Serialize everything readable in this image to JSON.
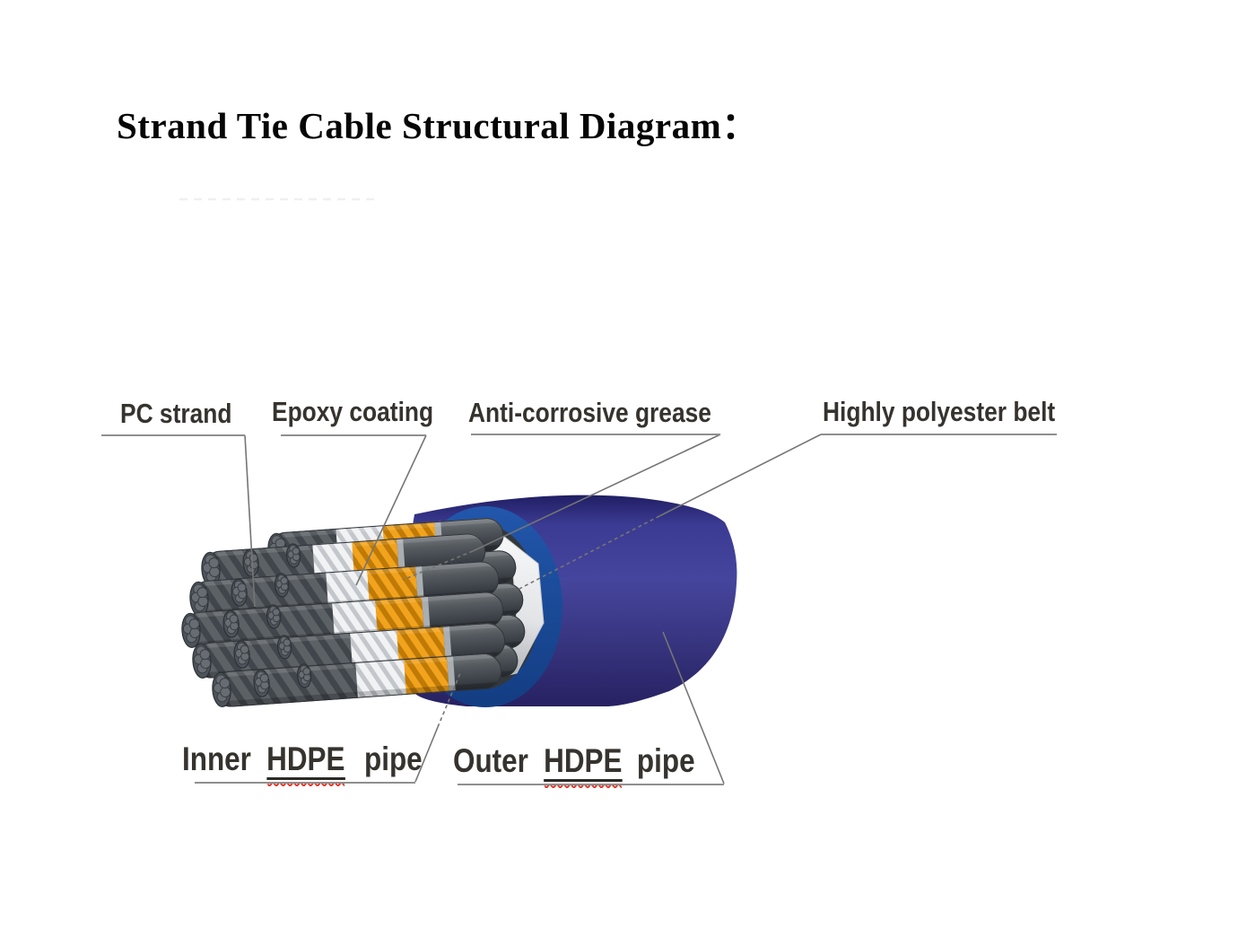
{
  "title": {
    "text": "Strand Tie Cable Structural Diagram："
  },
  "callouts": {
    "pc_strand": "PC strand",
    "epoxy_coating": "Epoxy coating",
    "anti_corrosive_grease": "Anti-corrosive grease",
    "highly_polyester_belt": "Highly polyester belt",
    "inner_hdpe_pipe": {
      "pre": "Inner",
      "word": "HDPE",
      "post": "pipe"
    },
    "outer_hdpe_pipe": {
      "pre": "Outer",
      "word": "HDPE",
      "post": "pipe"
    }
  },
  "diagram": {
    "type": "cable-structure-illustration",
    "parts": [
      "PC strand",
      "Epoxy coating",
      "Anti-corrosive grease",
      "Highly polyester belt",
      "Inner HDPE pipe",
      "Outer HDPE pipe"
    ],
    "colors": {
      "outer_pipe_blue": "#3d3d93",
      "cut_face_blue": "#1d4f9e",
      "belt_white": "#eef0f2",
      "grease_orange": "#f0a21d",
      "epoxy_white": "#f1f2f4",
      "inner_pipe_gray": "#42474c",
      "strand_gray": "#575c61",
      "label_text": "#36332f",
      "spellcheck_red": "#e23a2e",
      "leader_line": "#757575"
    }
  }
}
